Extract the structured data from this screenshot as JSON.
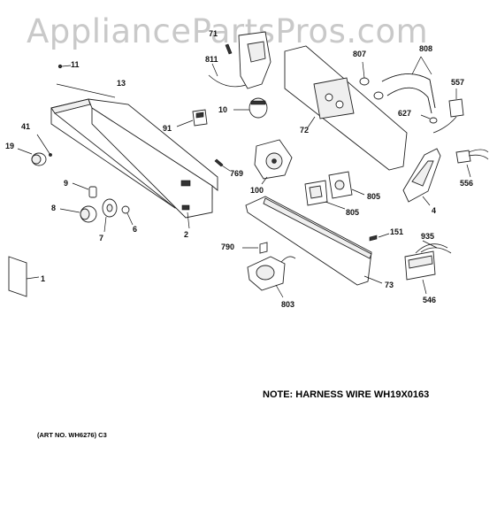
{
  "watermark": "AppliancePartsPros.com",
  "note": "NOTE: HARNESS WIRE WH19X0163",
  "art_number": "(ART NO. WH6276) C3",
  "callouts": {
    "c1": "1",
    "c2": "2",
    "c4": "4",
    "c6": "6",
    "c7": "7",
    "c8": "8",
    "c9": "9",
    "c10": "10",
    "c11": "11",
    "c13": "13",
    "c19": "19",
    "c41": "41",
    "c72": "72",
    "c73": "73",
    "c91": "91",
    "c100": "100",
    "c151": "151",
    "c546": "546",
    "c556": "556",
    "c557": "557",
    "c627": "627",
    "c769": "769",
    "c790": "790",
    "c803": "803",
    "c805a": "805",
    "c805b": "805",
    "c807": "807",
    "c808": "808",
    "c811": "811",
    "c935": "935",
    "c71": "71"
  }
}
